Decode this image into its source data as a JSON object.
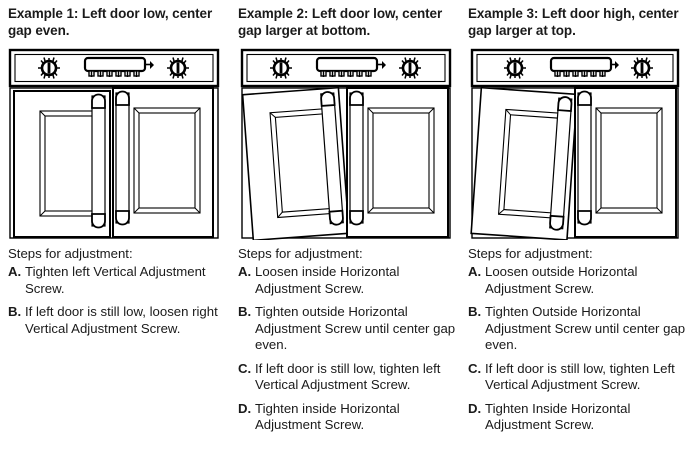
{
  "document": {
    "title": "Door Alignment Adjustment Examples",
    "background_color": "#ffffff",
    "line_color": "#000000",
    "text_color": "#1a1a1a"
  },
  "columns": [
    {
      "id": "example-1",
      "title": "Example 1: Left door low, center gap even.",
      "diagram": {
        "name": "appliance-doors-left-low-even-gap",
        "description": "Front view of two-door appliance with control panel; left door sits low, vertical center gap is even.",
        "left_door_tilt_degrees": 0,
        "left_door_offset": "low",
        "center_gap": "even",
        "controls": [
          "left-vertical-adjustment-screw-dial",
          "horizontal-adjustment-screw-block",
          "right-vertical-adjustment-screw-dial"
        ]
      },
      "steps_heading": "Steps for adjustment:",
      "steps": [
        {
          "letter": "A.",
          "text": "Tighten left Vertical Adjustment Screw."
        },
        {
          "letter": "B.",
          "text": "If left door is still low, loosen right Vertical Adjustment Screw."
        }
      ]
    },
    {
      "id": "example-2",
      "title": "Example 2: Left door low, center gap larger at bottom.",
      "diagram": {
        "name": "appliance-doors-left-low-gap-larger-bottom",
        "description": "Front view of two-door appliance; left door tilted so the center gap is wider at the bottom.",
        "left_door_tilt_degrees": -5,
        "left_door_offset": "low",
        "center_gap": "larger at bottom",
        "controls": [
          "left-vertical-adjustment-screw-dial",
          "horizontal-adjustment-screw-block",
          "right-vertical-adjustment-screw-dial"
        ]
      },
      "steps_heading": "Steps for adjustment:",
      "steps": [
        {
          "letter": "A.",
          "text": "Loosen inside Horizontal Adjustment Screw."
        },
        {
          "letter": "B.",
          "text": "Tighten outside Horizontal Adjustment Screw until center gap even."
        },
        {
          "letter": "C.",
          "text": "If left door is still low, tighten left Vertical Adjustment Screw."
        },
        {
          "letter": "D.",
          "text": "Tighten inside Horizontal Adjustment Screw."
        }
      ]
    },
    {
      "id": "example-3",
      "title": "Example 3: Left door high, center gap larger at top.",
      "diagram": {
        "name": "appliance-doors-left-high-gap-larger-top",
        "description": "Front view of two-door appliance; left door tilted so the center gap is wider at the top.",
        "left_door_tilt_degrees": 5,
        "left_door_offset": "high",
        "center_gap": "larger at top",
        "controls": [
          "left-vertical-adjustment-screw-dial",
          "horizontal-adjustment-screw-block",
          "right-vertical-adjustment-screw-dial"
        ]
      },
      "steps_heading": "Steps for adjustment:",
      "steps": [
        {
          "letter": "A.",
          "text": "Loosen outside Horizontal Adjustment Screw."
        },
        {
          "letter": "B.",
          "text": "Tighten Outside Horizontal Adjustment Screw until center gap even."
        },
        {
          "letter": "C.",
          "text": "If left door is still low, tighten Left Vertical Adjustment Screw."
        },
        {
          "letter": "D.",
          "text": "Tighten Inside Horizontal Adjustment Screw."
        }
      ]
    }
  ]
}
